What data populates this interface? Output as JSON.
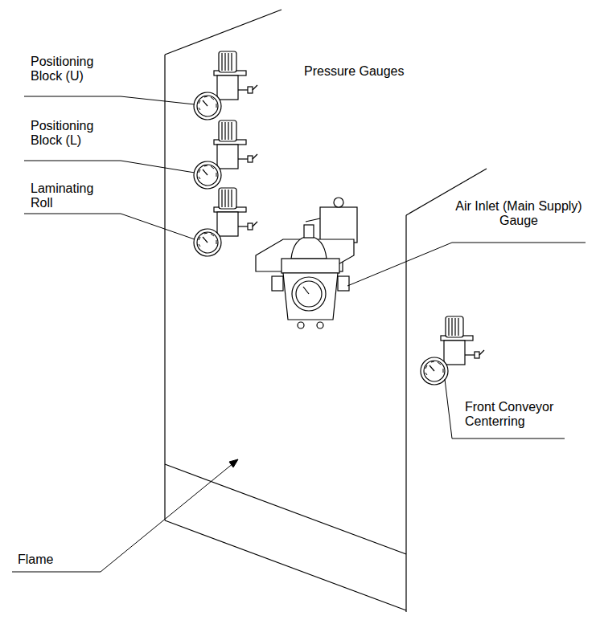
{
  "diagram": {
    "labels": [
      "Pressure Gauges",
      "Positioning Block (U)",
      "Positioning Block (L)",
      "Laminating Roll",
      "Air Inlet (Main Supply) Gauge",
      "Front Conveyor Centerring",
      "Flame"
    ]
  }
}
